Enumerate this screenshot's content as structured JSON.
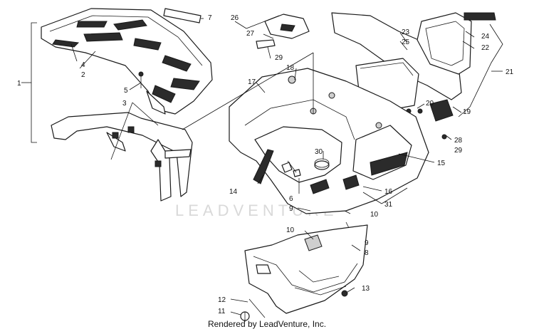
{
  "watermark": "LEADVENTURE",
  "footer": "Rendered by LeadVenture, Inc.",
  "callouts": [
    {
      "id": "1",
      "text": "1"
    },
    {
      "id": "2",
      "text": "2"
    },
    {
      "id": "3",
      "text": "3"
    },
    {
      "id": "4",
      "text": "4"
    },
    {
      "id": "5",
      "text": "5"
    },
    {
      "id": "6",
      "text": "6"
    },
    {
      "id": "7",
      "text": "7"
    },
    {
      "id": "8",
      "text": "8"
    },
    {
      "id": "9a",
      "text": "9"
    },
    {
      "id": "9b",
      "text": "9"
    },
    {
      "id": "10a",
      "text": "10"
    },
    {
      "id": "10b",
      "text": "10"
    },
    {
      "id": "11",
      "text": "11"
    },
    {
      "id": "12",
      "text": "12"
    },
    {
      "id": "13",
      "text": "13"
    },
    {
      "id": "14",
      "text": "14"
    },
    {
      "id": "15",
      "text": "15"
    },
    {
      "id": "16",
      "text": "16"
    },
    {
      "id": "17",
      "text": "17"
    },
    {
      "id": "18",
      "text": "18"
    },
    {
      "id": "19",
      "text": "19"
    },
    {
      "id": "20",
      "text": "20"
    },
    {
      "id": "21",
      "text": "21"
    },
    {
      "id": "22",
      "text": "22"
    },
    {
      "id": "23",
      "text": "23"
    },
    {
      "id": "24",
      "text": "24"
    },
    {
      "id": "25",
      "text": "25"
    },
    {
      "id": "26",
      "text": "26"
    },
    {
      "id": "27",
      "text": "27"
    },
    {
      "id": "28",
      "text": "28"
    },
    {
      "id": "29a",
      "text": "29"
    },
    {
      "id": "29b",
      "text": "29"
    },
    {
      "id": "30",
      "text": "30"
    },
    {
      "id": "31",
      "text": "31"
    }
  ]
}
